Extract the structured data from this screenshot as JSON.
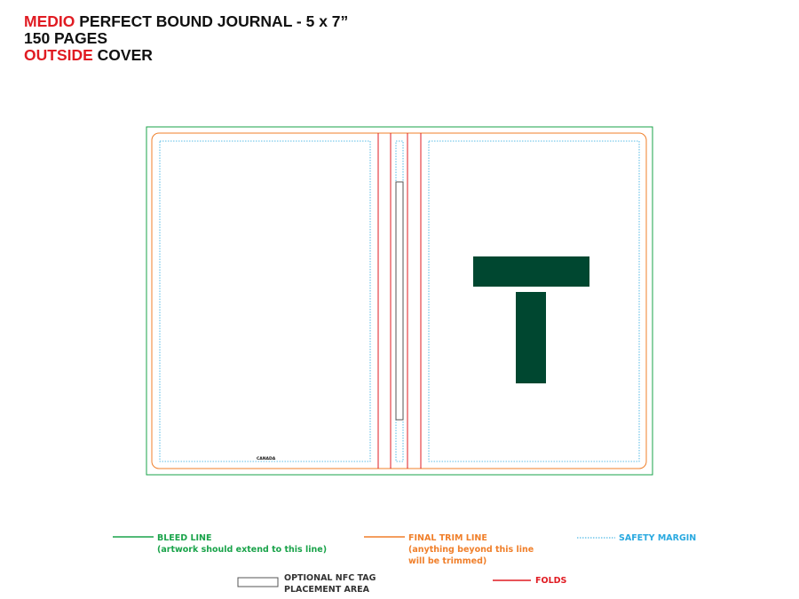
{
  "header": {
    "line1_highlight": "MEDIO",
    "line1_rest": " PERFECT BOUND JOURNAL - 5 x 7”",
    "line2": "150 PAGES",
    "line3_highlight": "OUTSIDE",
    "line3_rest": " COVER"
  },
  "template": {
    "back_cover_text": "CANADA"
  },
  "legend": {
    "bleed_label": "BLEED LINE",
    "bleed_note": "(artwork should extend to this line)",
    "trim_label": "FINAL TRIM LINE",
    "trim_note_1": "(anything beyond this line",
    "trim_note_2": "will be trimmed)",
    "safety_label": "SAFETY MARGIN",
    "nfc_label_1": "OPTIONAL NFC TAG",
    "nfc_label_2": "PLACEMENT AREA",
    "folds_label": "FOLDS"
  },
  "colors": {
    "bleed": "#1aa34a",
    "trim": "#f07f2a",
    "safety": "#29a9e0",
    "folds": "#e01b22",
    "logo": "#004730",
    "highlight": "#e01b22"
  },
  "icons": {
    "logo": "t-logo-icon"
  }
}
